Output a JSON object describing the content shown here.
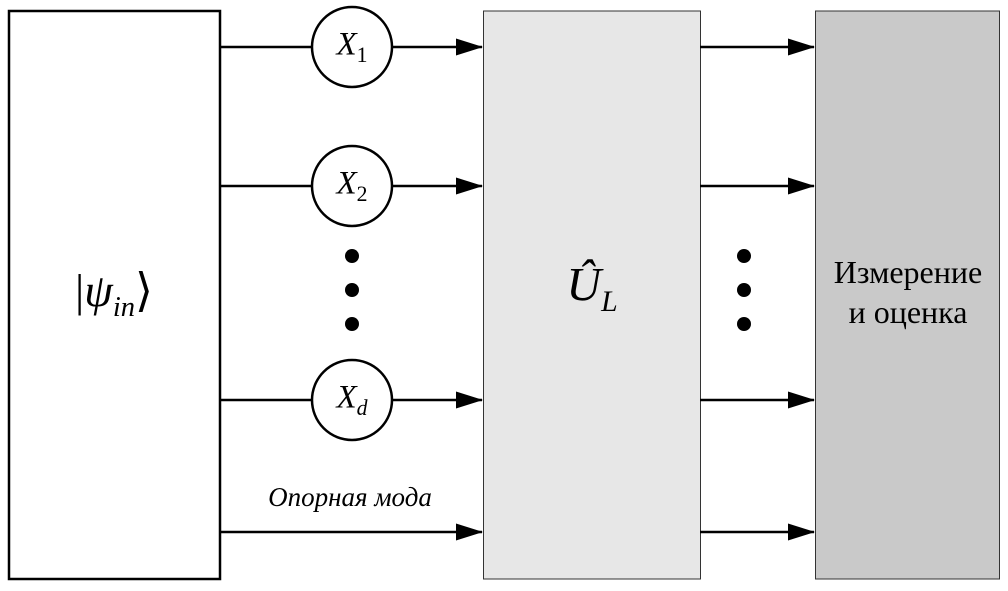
{
  "input_box": {
    "ket_open": "|",
    "psi": "ψ",
    "sub": "in",
    "ket_close": "⟩"
  },
  "modes": [
    {
      "base": "X",
      "sub": "1"
    },
    {
      "base": "X",
      "sub": "2"
    },
    {
      "base": "X",
      "sub": "d"
    }
  ],
  "unitary_box": {
    "base": "Û",
    "sub": "L"
  },
  "measurement_box": {
    "line1": "Измерение",
    "line2": "и оценка"
  },
  "reference_mode": {
    "label": "Опорная мода"
  },
  "colors": {
    "background": "#ffffff",
    "input_fill": "#ffffff",
    "unitary_fill": "#e7e7e7",
    "measurement_fill": "#c9c9c9",
    "stroke": "#000000"
  }
}
